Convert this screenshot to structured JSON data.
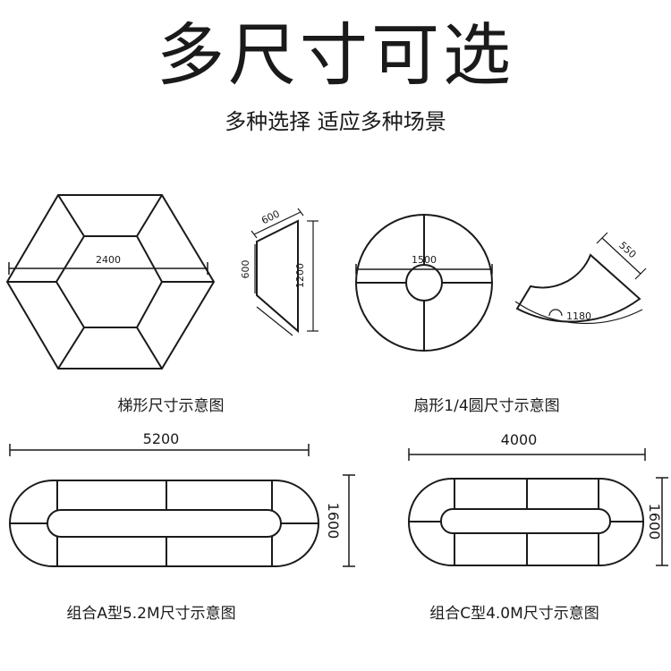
{
  "header": {
    "title": "多尺寸可选",
    "subtitle": "多种选择 适应多种场景"
  },
  "diagrams": {
    "hexagon": {
      "width_label": "2400"
    },
    "trapezoid": {
      "top_label": "600",
      "left_label": "600",
      "right_label": "1200"
    },
    "circle": {
      "width_label": "1500"
    },
    "sector": {
      "width_label": "550",
      "arc_label": "1180"
    },
    "combo_a": {
      "width_label": "5200",
      "height_label": "1600"
    },
    "combo_c": {
      "width_label": "4000",
      "height_label": "1600"
    }
  },
  "captions": {
    "trapezoid": "梯形尺寸示意图",
    "sector": "扇形1/4圆尺寸示意图",
    "combo_a": "组合A型5.2M尺寸示意图",
    "combo_c": "组合C型4.0M尺寸示意图"
  },
  "colors": {
    "line": "#1a1a1a",
    "background": "#ffffff"
  }
}
